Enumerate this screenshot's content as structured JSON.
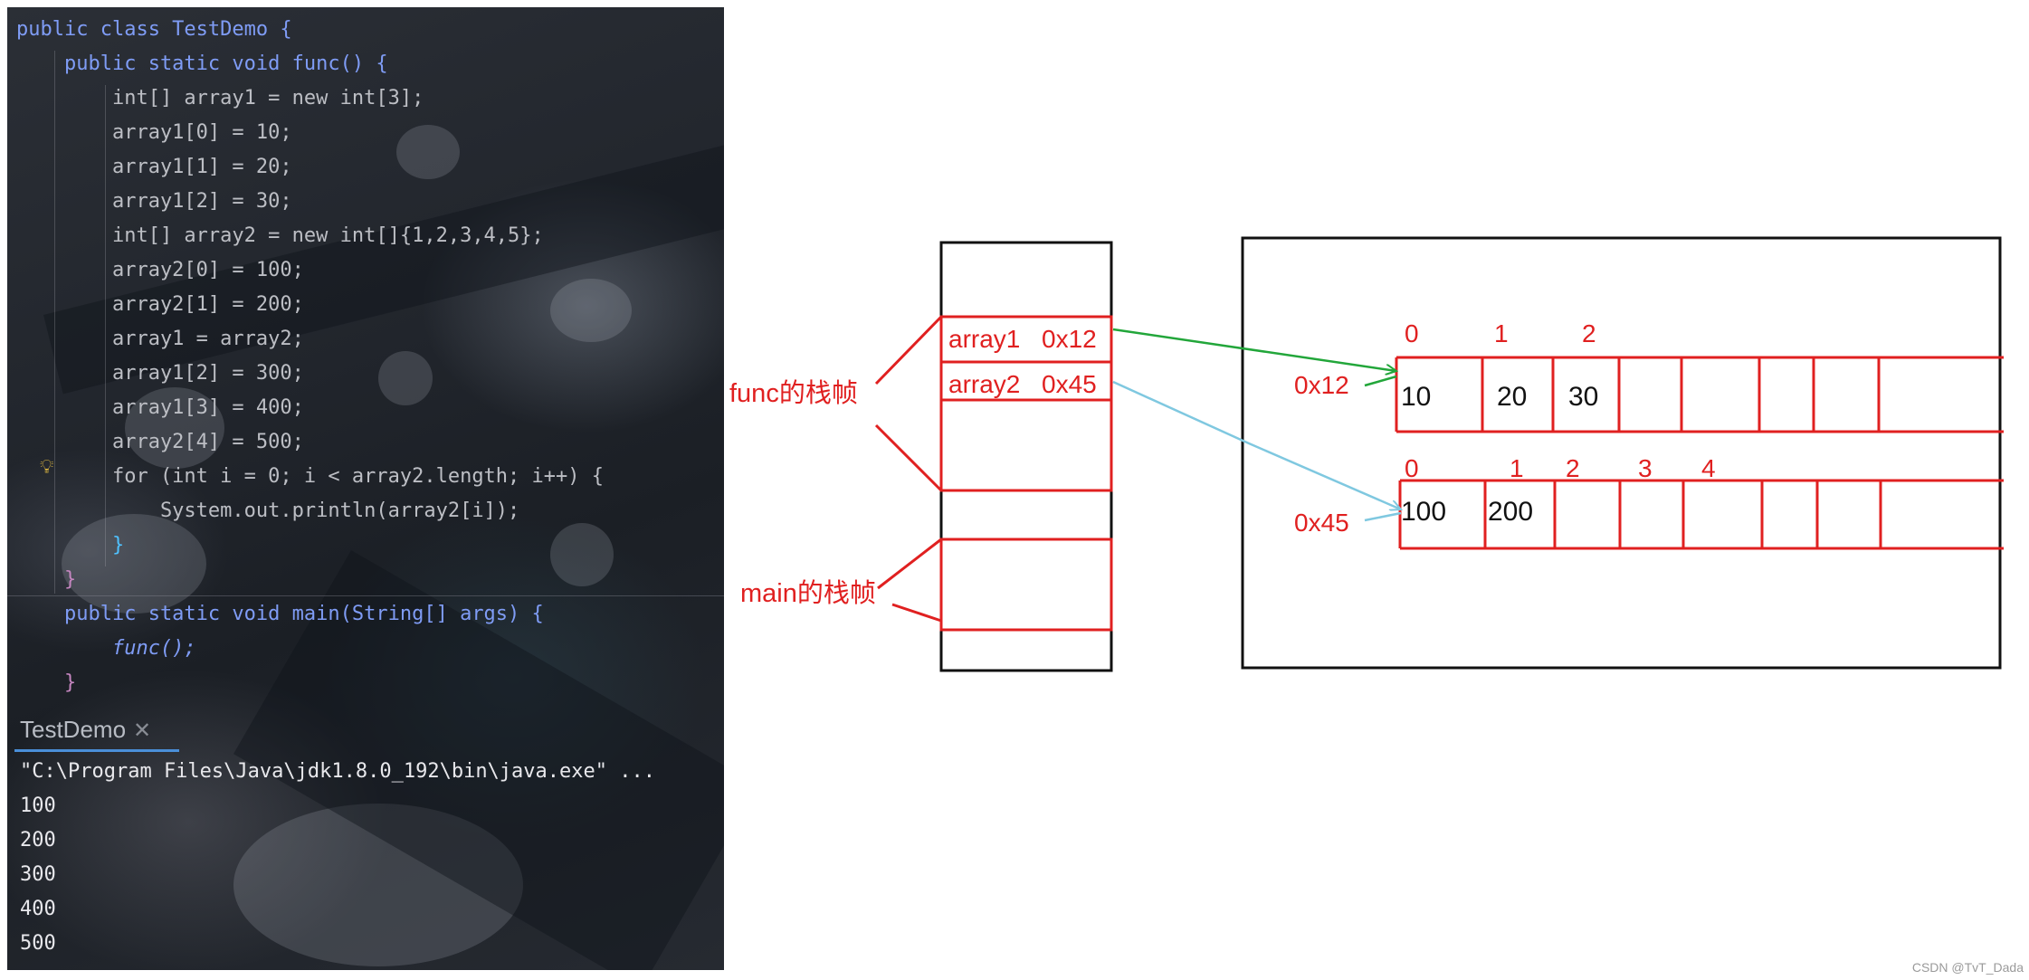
{
  "ide": {
    "code_lines": [
      "public class TestDemo {",
      "    public static void func() {",
      "        int[] array1 = new int[3];",
      "        array1[0] = 10;",
      "        array1[1] = 20;",
      "        array1[2] = 30;",
      "        int[] array2 = new int[]{1,2,3,4,5};",
      "        array2[0] = 100;",
      "        array2[1] = 200;",
      "        array1 = array2;",
      "        array1[2] = 300;",
      "        array1[3] = 400;",
      "        array2[4] = 500;",
      "        for (int i = 0; i < array2.length; i++) {",
      "            System.out.println(array2[i]);",
      "        }",
      "    }",
      "    public static void main(String[] args) {",
      "        func();",
      "    }"
    ],
    "run_tab": {
      "label": "TestDemo",
      "close_icon": "close-icon"
    },
    "console_lines": [
      "\"C:\\Program Files\\Java\\jdk1.8.0_192\\bin\\java.exe\" ...",
      "100",
      "200",
      "300",
      "400",
      "500"
    ],
    "gutter_icon": "lightbulb-icon"
  },
  "diagram": {
    "stack": {
      "func_frame_label": "func的栈帧",
      "main_frame_label": "main的栈帧",
      "vars": [
        {
          "name": "array1",
          "ref": "0x12"
        },
        {
          "name": "array2",
          "ref": "0x45"
        }
      ]
    },
    "heap": {
      "arrays": [
        {
          "address": "0x12",
          "indices": [
            "0",
            "1",
            "2"
          ],
          "values": [
            "10",
            "20",
            "30"
          ],
          "arrow_color": "#22a63a"
        },
        {
          "address": "0x45",
          "indices": [
            "0",
            "1",
            "2",
            "3",
            "4"
          ],
          "values": [
            "100",
            "200",
            "",
            "",
            ""
          ],
          "arrow_color": "#7fc8e0"
        }
      ]
    },
    "accent_color": "#e02020"
  },
  "watermark": "CSDN @TvT_Dada"
}
